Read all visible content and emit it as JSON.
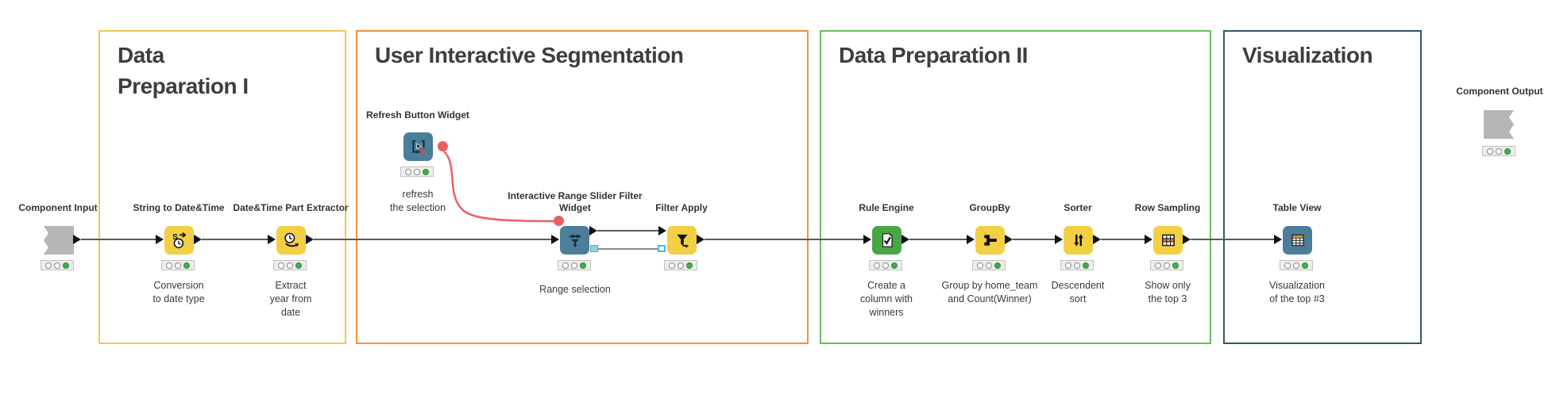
{
  "app": "KNIME workflow editor canvas",
  "regions": {
    "dp1": {
      "title": "Data Preparation I",
      "border_color": "#efc94c"
    },
    "uis": {
      "title": "User Interactive Segmentation",
      "border_color": "#f0913b"
    },
    "dp2": {
      "title": "Data Preparation II",
      "border_color": "#67be5b"
    },
    "viz": {
      "title": "Visualization",
      "border_color": "#2e5a66"
    }
  },
  "nodes": {
    "component_input": {
      "label": "Component Input",
      "icon": "component-input-port-icon",
      "status": "executed"
    },
    "string_to_datetime": {
      "label": "String to Date&Time",
      "comment": "Conversion\nto date type",
      "icon": "string-to-date-time-icon",
      "status": "executed"
    },
    "datetime_part_extractor": {
      "label": "Date&Time Part Extractor",
      "comment": "Extract\nyear from\ndate",
      "icon": "clock-extract-part-icon",
      "status": "executed"
    },
    "refresh_button_widget": {
      "label": "Refresh Button Widget",
      "comment": "refresh\nthe selection",
      "icon": "refresh-play-loop-icon",
      "status": "executed"
    },
    "range_slider_widget": {
      "label": "Interactive Range Slider Filter\nWidget",
      "comment": "Range selection",
      "icon": "range-slider-filter-icon",
      "status": "executed"
    },
    "filter_apply": {
      "label": "Filter Apply",
      "icon": "funnel-icon",
      "status": "executed"
    },
    "rule_engine": {
      "label": "Rule Engine",
      "comment": "Create a\ncolumn with\nwinners",
      "icon": "rule-checklist-icon",
      "status": "executed"
    },
    "groupby": {
      "label": "GroupBy",
      "comment": "Group by home_team\nand Count(Winner)",
      "icon": "group-merge-icon",
      "status": "executed"
    },
    "sorter": {
      "label": "Sorter",
      "comment": "Descendent\nsort",
      "icon": "sort-arrows-icon",
      "status": "executed"
    },
    "row_sampling": {
      "label": "Row Sampling",
      "comment": "Show only\nthe top 3",
      "icon": "table-row-highlight-icon",
      "status": "executed"
    },
    "table_view": {
      "label": "Table View",
      "comment": "Visualization\nof the top #3",
      "icon": "table-grid-icon",
      "status": "executed"
    },
    "component_output": {
      "label": "Component Output",
      "icon": "component-output-port-icon",
      "status": "executed"
    }
  },
  "traffic_light_states": [
    "off",
    "off",
    "green"
  ],
  "colors": {
    "node_yellow": "#f3cf43",
    "node_blue": "#4a7e99",
    "node_green": "#47a747",
    "component_gray": "#b5b5b5",
    "status_green": "#3fae49",
    "flow_variable_red": "#ec5f5f",
    "connection_gray": "#5a5a5a",
    "hilite_port_blue": "#49b6dc"
  }
}
